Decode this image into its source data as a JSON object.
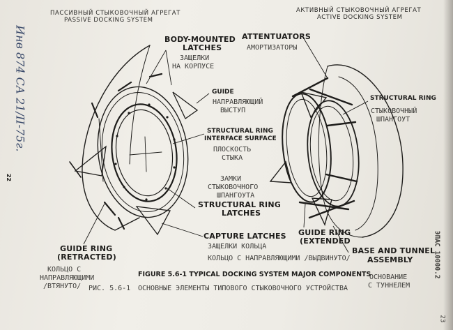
{
  "headers": {
    "passive_ru": "ПАССИВНЫЙ СТЫКОВОЧНЫЙ АГРЕГАТ",
    "passive_en": "PASSIVE DOCKING SYSTEM",
    "active_ru": "АКТИВНЫЙ СТЫКОВОЧНЫЙ АГРЕГАТ",
    "active_en": "ACTIVE DOCKING SYSTEM"
  },
  "labels": {
    "body_latches_1": "BODY-MOUNTED",
    "body_latches_2": "LATCHES",
    "body_latches_ru_1": "ЗАЩЕЛКИ",
    "body_latches_ru_2": "НА КОРПУСЕ",
    "guide": "GUIDE",
    "guide_ru_1": "НАПРАВЛЯЮЩИЙ",
    "guide_ru_2": "ВЫСТУП",
    "sr_interface_1": "STRUCTURAL RING",
    "sr_interface_2": "INTERFACE SURFACE",
    "sr_interface_ru_1": "ПЛОСКОСТЬ",
    "sr_interface_ru_2": "СТЫКА",
    "sr_latches_ru_1": "ЗАМКИ",
    "sr_latches_ru_2": "СТЫКОВОЧНОГО",
    "sr_latches_ru_3": "ШПАНГОУТА",
    "sr_latches_1": "STRUCTURAL RING",
    "sr_latches_2": "LATCHES",
    "capture": "CAPTURE LATCHES",
    "capture_ru": "ЗАЩЕЛКИ КОЛЬЦА",
    "guide_ring_ret_1": "GUIDE RING",
    "guide_ring_ret_2": "(RETRACTED)",
    "guide_ring_ret_ru_1": "КОЛЬЦО С",
    "guide_ring_ret_ru_2": "НАПРАВЛЯЮЩИМИ",
    "guide_ring_ret_ru_3": "/ВТЯНУТО/",
    "attenuators": "ATTENTUATORS",
    "attenuators_ru": "АМОРТИЗАТОРЫ",
    "structural_ring": "STRUCTURAL RING",
    "structural_ring_ru_1": "СТЫКОВОЧНЫЙ",
    "structural_ring_ru_2": "ШПАНГОУТ",
    "guide_ring_ext_1": "GUIDE RING",
    "guide_ring_ext_2": "(EXTENDED",
    "guide_ring_ext_ru": "КОЛЬЦО С НАПРАВЛЯЮЩИМИ /ВЫДВИНУТО/",
    "base_tunnel_1": "BASE AND TUNNEL",
    "base_tunnel_2": "ASSEMBLY",
    "base_tunnel_ru_1": "ОСНОВАНИЕ",
    "base_tunnel_ru_2": "С ТУННЕЛЕМ"
  },
  "caption": {
    "en": "FIGURE 5.6-1    TYPICAL DOCKING SYSTEM MAJOR COMPONENTS",
    "ru_prefix": "РИС. 5.6-1",
    "ru": "ОСНОВНЫЕ ЭЛЕМЕНТЫ ТИПОВОГО СТЫКОВОЧНОГО УСТРОЙСТВА"
  },
  "margin": {
    "handwritten": "Инв 874 СА 21/II-75г.",
    "page_left": "22",
    "doc_id": "ЭПАС 10000.2",
    "page_right": "23"
  },
  "colors": {
    "ink": "#1e1d1b",
    "paper": "#eeece6"
  }
}
